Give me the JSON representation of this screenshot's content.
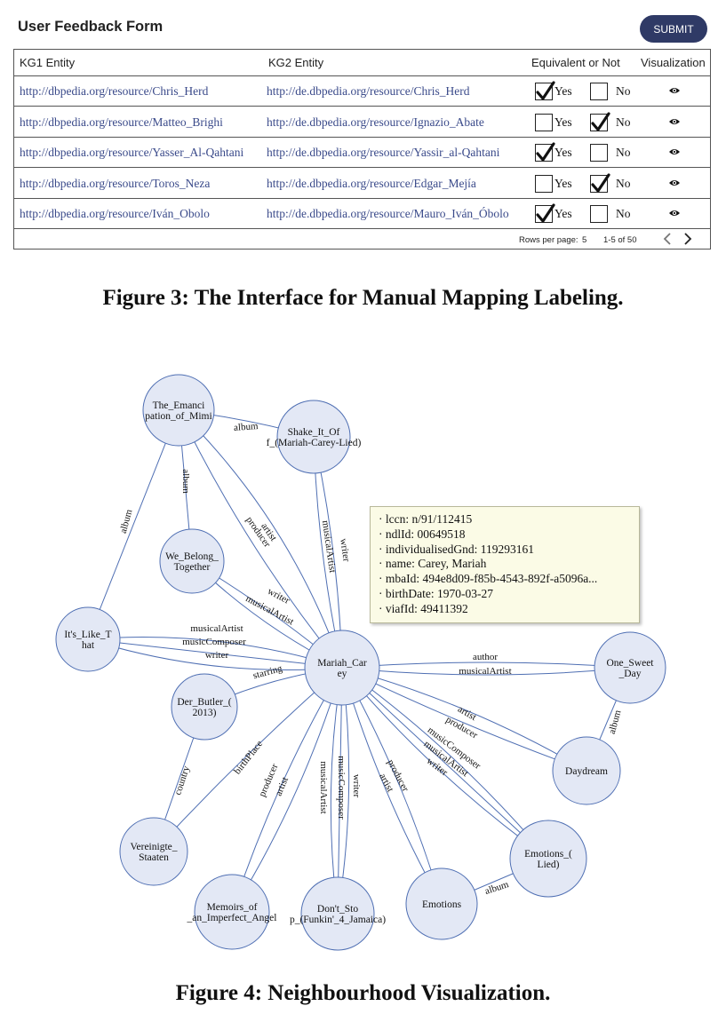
{
  "form": {
    "title": "User Feedback Form",
    "submit_label": "SUBMIT",
    "headers": {
      "kg1": "KG1 Entity",
      "kg2": "KG2 Entity",
      "equiv": "Equivalent or Not",
      "vis": "Visualization"
    },
    "rows": [
      {
        "kg1": "http://dbpedia.org/resource/Chris_Herd",
        "kg2": "http://de.dbpedia.org/resource/Chris_Herd",
        "yes_label": "Yes",
        "no_label": "No",
        "yes_checked": true,
        "no_checked": false
      },
      {
        "kg1": "http://dbpedia.org/resource/Matteo_Brighi",
        "kg2": "http://de.dbpedia.org/resource/Ignazio_Abate",
        "yes_label": "Yes",
        "no_label": "No",
        "yes_checked": false,
        "no_checked": true
      },
      {
        "kg1": "http://dbpedia.org/resource/Yasser_Al-Qahtani",
        "kg2": "http://de.dbpedia.org/resource/Yassir_al-Qahtani",
        "yes_label": "Yes",
        "no_label": "No",
        "yes_checked": true,
        "no_checked": false
      },
      {
        "kg1": "http://dbpedia.org/resource/Toros_Neza",
        "kg2": "http://de.dbpedia.org/resource/Edgar_Mejía",
        "yes_label": "Yes",
        "no_label": "No",
        "yes_checked": false,
        "no_checked": true
      },
      {
        "kg1": "http://dbpedia.org/resource/Iván_Obolo",
        "kg2": "http://de.dbpedia.org/resource/Mauro_Iván_Óbolo",
        "yes_label": "Yes",
        "no_label": "No",
        "yes_checked": true,
        "no_checked": false
      }
    ],
    "rows_per_page_label": "Rows per page:",
    "rows_per_page": "5",
    "range": "1-5 of 50",
    "eye_icon": "eye-icon"
  },
  "captions": {
    "fig3": "Figure 3: The Interface for Manual Mapping Labeling.",
    "fig4": "Figure 4: Neighbourhood Visualization."
  },
  "graph": {
    "nodes": [
      {
        "id": "emanci",
        "lines": [
          "The_Emanci",
          "pation_of_Mimi"
        ]
      },
      {
        "id": "shake",
        "lines": [
          "Shake_It_Of",
          "f_(Mariah-Carey-Lied)"
        ]
      },
      {
        "id": "webelong",
        "lines": [
          "We_Belong_",
          "Together"
        ]
      },
      {
        "id": "itslike",
        "lines": [
          "It's_Like_T",
          "hat"
        ]
      },
      {
        "id": "mariah",
        "lines": [
          "Mariah_Car",
          "ey"
        ]
      },
      {
        "id": "butler",
        "lines": [
          "Der_Butler_(",
          "2013)"
        ]
      },
      {
        "id": "onesweet",
        "lines": [
          "One_Sweet",
          "_Day"
        ]
      },
      {
        "id": "daydream",
        "lines": [
          "Daydream"
        ]
      },
      {
        "id": "vereinigte",
        "lines": [
          "Vereinigte_",
          "Staaten"
        ]
      },
      {
        "id": "memoirs",
        "lines": [
          "Memoirs_of",
          "_an_Imperfect_Angel"
        ]
      },
      {
        "id": "dontsto",
        "lines": [
          "Don't_Sto",
          "p_(Funkin'_4_Jamaica)"
        ]
      },
      {
        "id": "emotions",
        "lines": [
          "Emotions"
        ]
      },
      {
        "id": "emotionslied",
        "lines": [
          "Emotions_(",
          "Lied)"
        ]
      }
    ],
    "edges": [
      {
        "id": "e1",
        "label": "album"
      },
      {
        "id": "e2",
        "label": "album"
      },
      {
        "id": "e3",
        "label": "album"
      },
      {
        "id": "e4",
        "label": "artist"
      },
      {
        "id": "e5",
        "label": "producer"
      },
      {
        "id": "e6",
        "label": "writer"
      },
      {
        "id": "e7",
        "label": "musicalArtist"
      },
      {
        "id": "e8",
        "label": "writer"
      },
      {
        "id": "e9",
        "label": "musicalArtist"
      },
      {
        "id": "e10",
        "label": "musicalArtist"
      },
      {
        "id": "e11",
        "label": "musicComposer"
      },
      {
        "id": "e12",
        "label": "writer"
      },
      {
        "id": "e13",
        "label": "starring"
      },
      {
        "id": "e14",
        "label": "author"
      },
      {
        "id": "e15",
        "label": "musicalArtist"
      },
      {
        "id": "e16",
        "label": "album"
      },
      {
        "id": "e17",
        "label": "artist"
      },
      {
        "id": "e18",
        "label": "producer"
      },
      {
        "id": "e19",
        "label": "musicComposer"
      },
      {
        "id": "e20",
        "label": "musicalArtist"
      },
      {
        "id": "e21",
        "label": "writer"
      },
      {
        "id": "e22",
        "label": "country"
      },
      {
        "id": "e23",
        "label": "birthPlace"
      },
      {
        "id": "e24",
        "label": "producer"
      },
      {
        "id": "e25",
        "label": "artist"
      },
      {
        "id": "e26",
        "label": "musicalArtist"
      },
      {
        "id": "e27",
        "label": "musicComposer"
      },
      {
        "id": "e28",
        "label": "writer"
      },
      {
        "id": "e29",
        "label": "producer"
      },
      {
        "id": "e30",
        "label": "artist"
      },
      {
        "id": "e31",
        "label": "album"
      }
    ],
    "tooltip": [
      "· lccn: n/91/112415",
      "· ndlId: 00649518",
      "· individualisedGnd: 119293161",
      "· name: Carey, Mariah",
      "· mbaId: 494e8d09-f85b-4543-892f-a5096a...",
      "· birthDate: 1970-03-27",
      "· viafId: 49411392"
    ]
  },
  "colors": {
    "node_fill": "#e3e8f5",
    "node_stroke": "#4f6fb3",
    "edge": "#4f6fb3",
    "button": "#2f3a66",
    "link": "#3a4a8a"
  }
}
